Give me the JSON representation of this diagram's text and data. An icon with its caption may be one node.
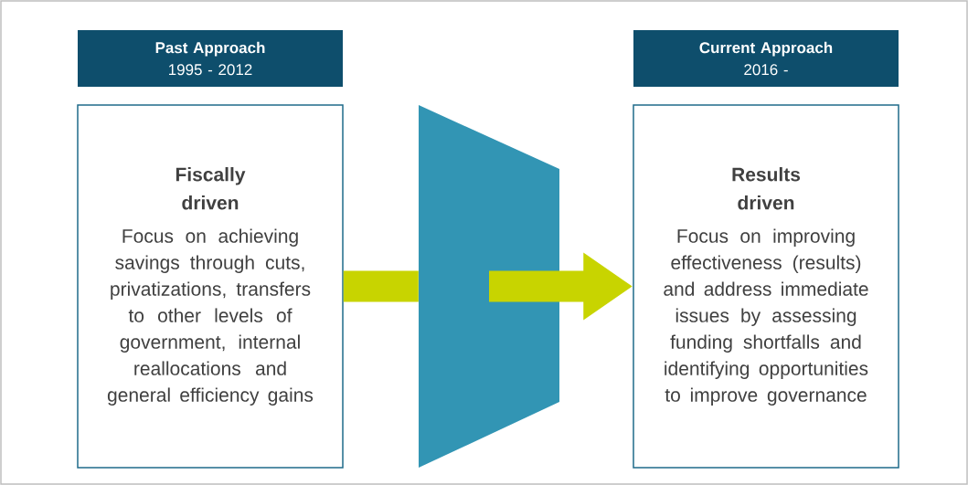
{
  "diagram": {
    "nodes": [
      {
        "text": [
          "Past Approach",
          "1995 - 2012"
        ]
      },
      {
        "text": [
          "Fiscally driven",
          "Focus on achieving savings through cuts, privatizations, transfers to other levels of government, internal reallocations and general efficiency gains"
        ]
      },
      {
        "text": [],
        "shape": "trapezoid"
      },
      {
        "text": [
          "Current Approach",
          "2016 -"
        ]
      },
      {
        "text": [
          "Results driven",
          "Focus on improving effectiveness (results) and address immediate issues by assessing funding shortfalls and identifying opportunities to improve governance"
        ]
      }
    ],
    "edges": [
      {
        "from": 1,
        "to": 2,
        "arrow": "none",
        "color": "#c8d400"
      },
      {
        "from": 2,
        "to": 4,
        "arrow": "to",
        "color": "#c8d400"
      }
    ]
  }
}
